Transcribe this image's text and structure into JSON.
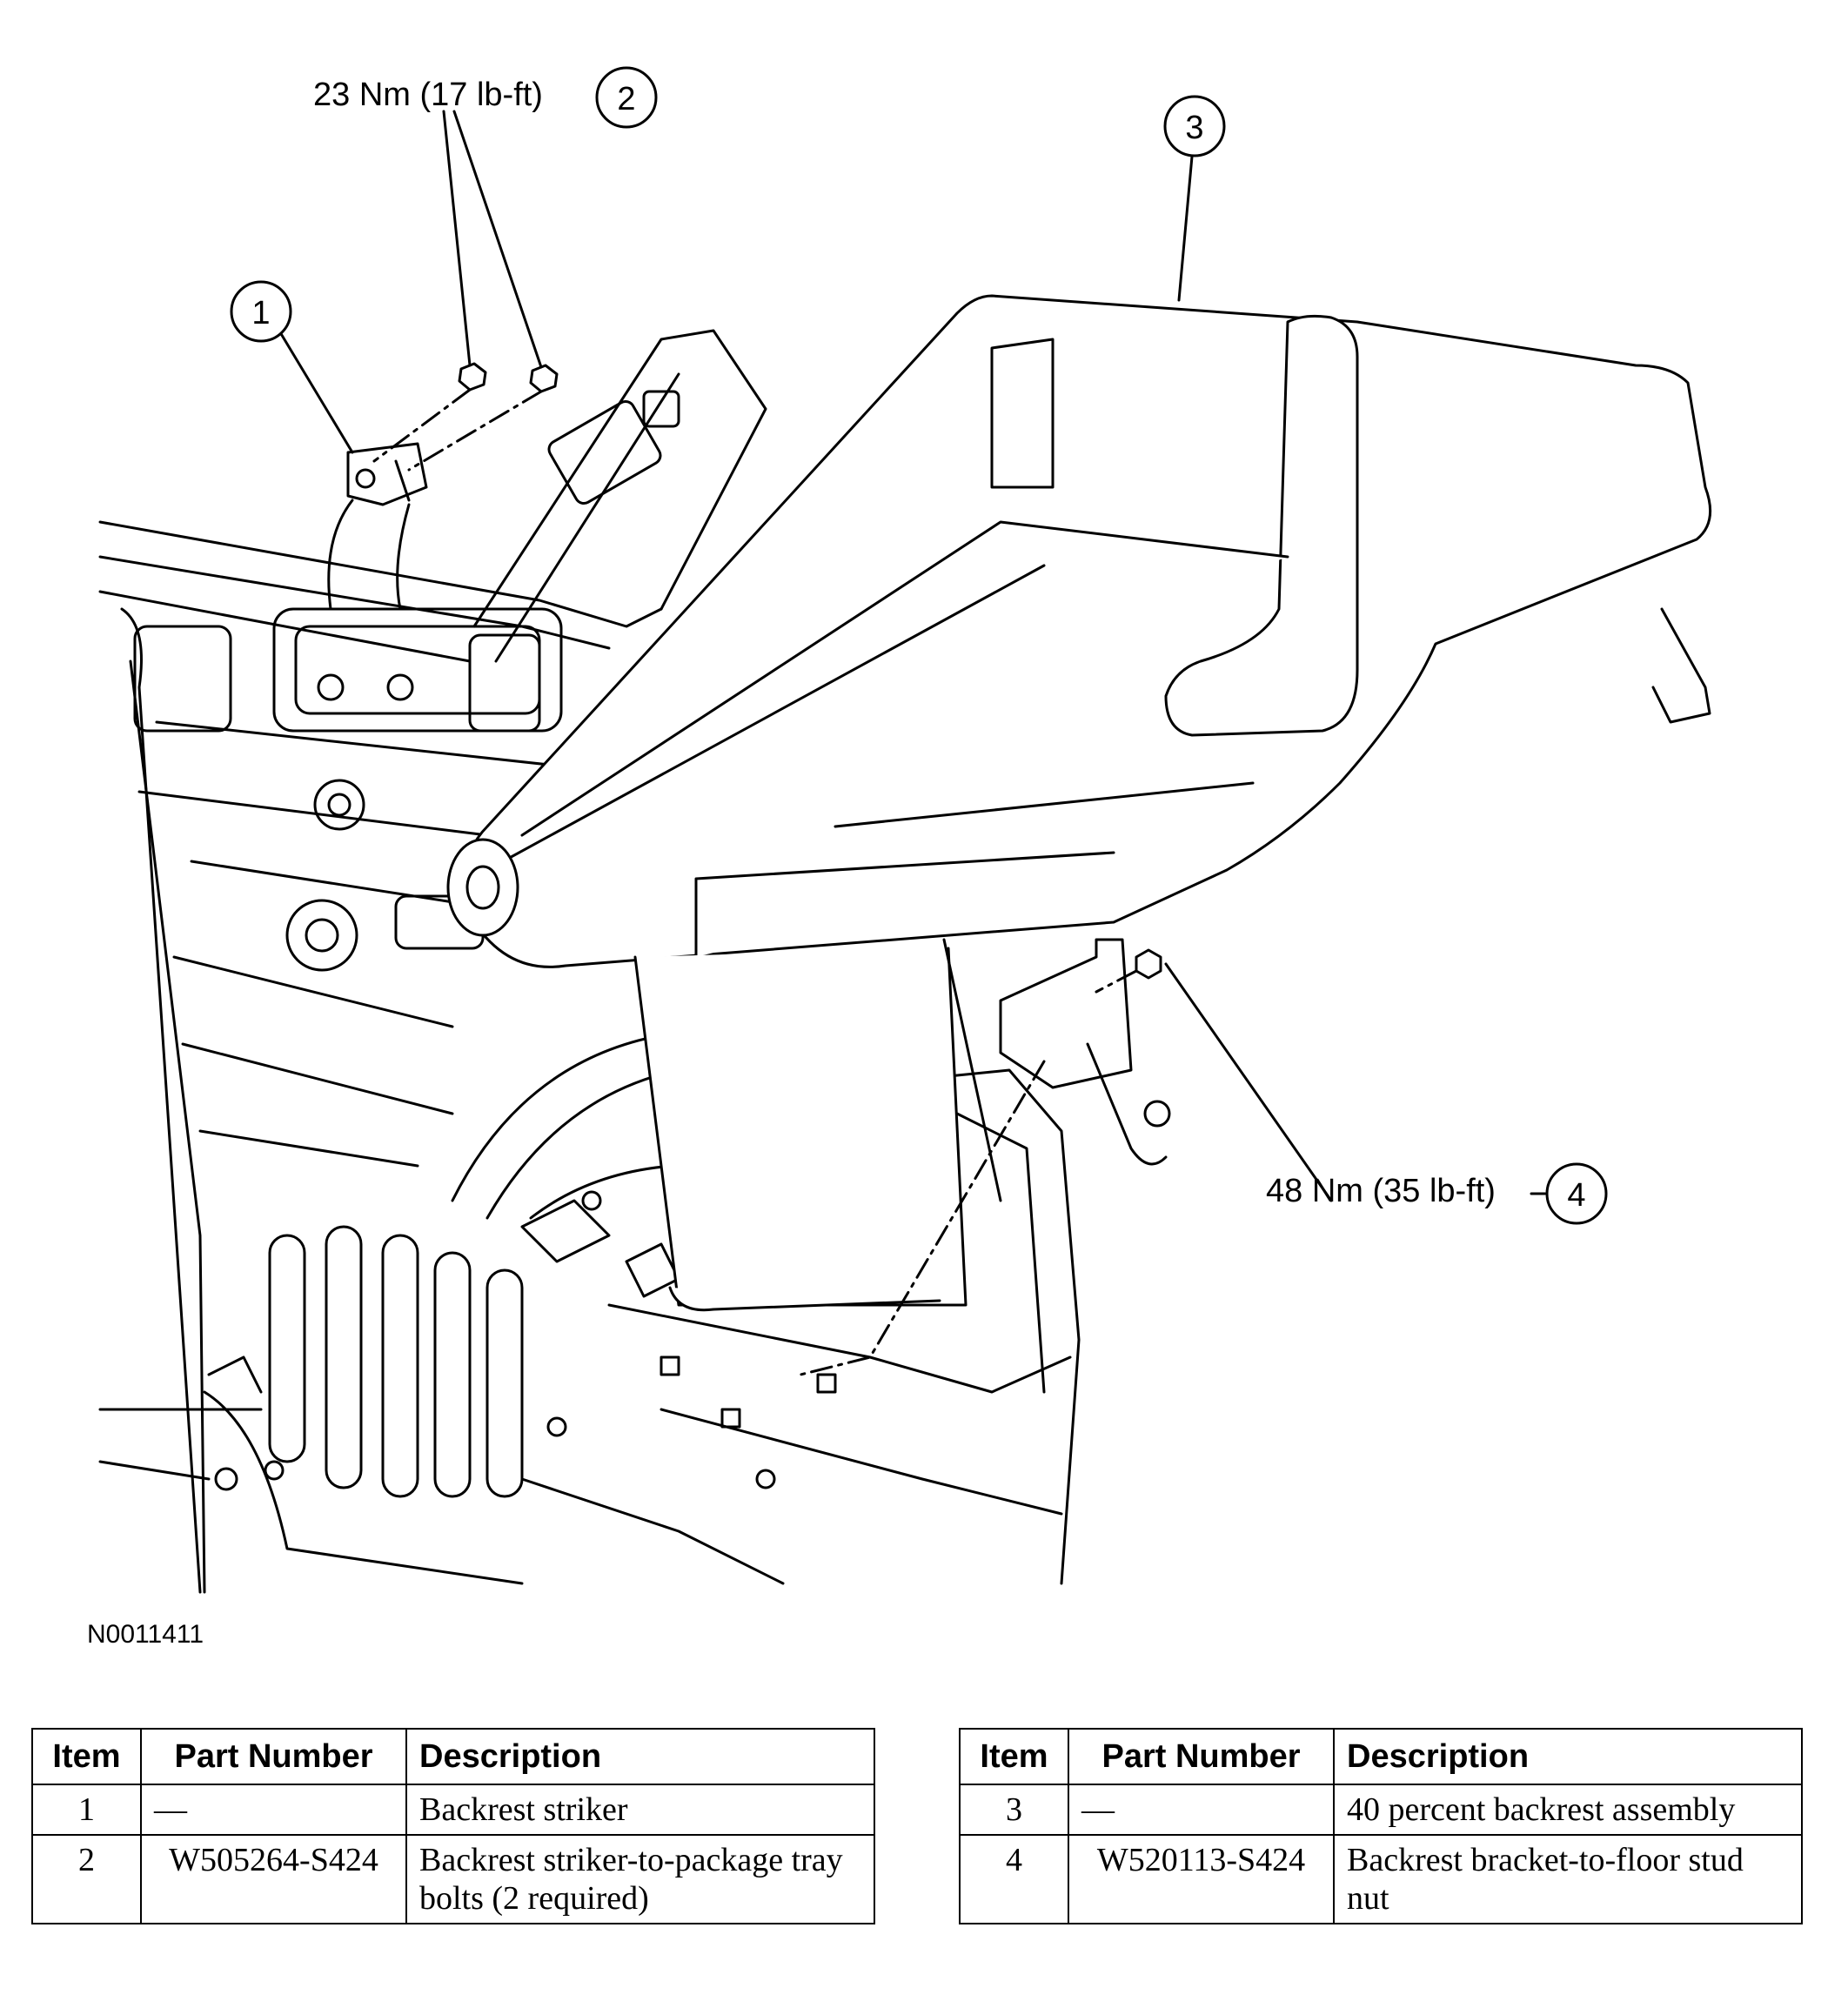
{
  "callouts": [
    {
      "number": "1",
      "label": ""
    },
    {
      "number": "2",
      "label": "23 Nm (17 lb-ft)"
    },
    {
      "number": "3",
      "label": ""
    },
    {
      "number": "4",
      "label": "48 Nm (35 lb-ft)"
    }
  ],
  "figure_id": "N0011411",
  "tables": [
    {
      "headers": {
        "item": "Item",
        "part_number": "Part Number",
        "description": "Description"
      },
      "rows": [
        {
          "item": "1",
          "part_number": "—",
          "description": "Backrest striker"
        },
        {
          "item": "2",
          "part_number": "W505264-S424",
          "description": "Backrest striker-to-package tray bolts (2 required)"
        }
      ]
    },
    {
      "headers": {
        "item": "Item",
        "part_number": "Part Number",
        "description": "Description"
      },
      "rows": [
        {
          "item": "3",
          "part_number": "—",
          "description": "40 percent backrest assembly"
        },
        {
          "item": "4",
          "part_number": "W520113-S424",
          "description": "Backrest bracket-to-floor stud nut"
        }
      ]
    }
  ]
}
